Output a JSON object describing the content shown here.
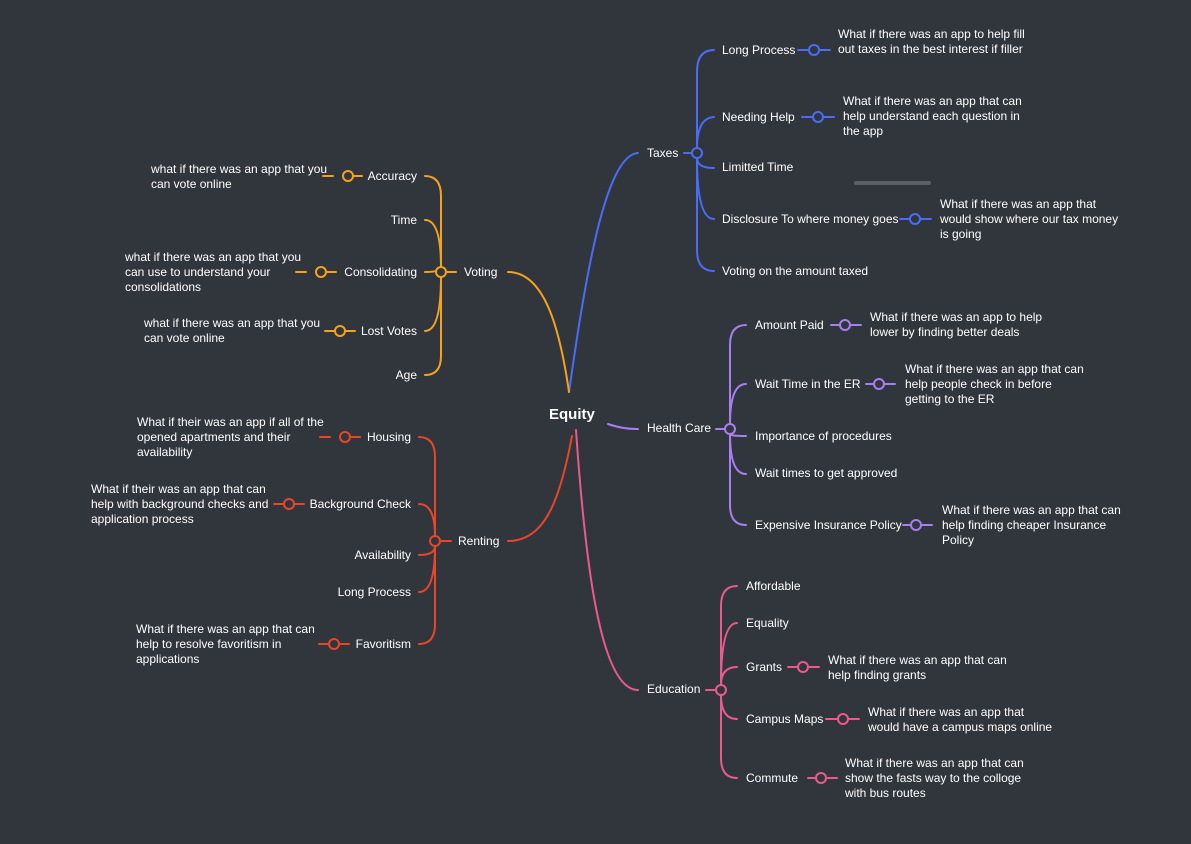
{
  "center": {
    "label": "Equity"
  },
  "colors": {
    "background": "#31363d",
    "taxes": "#4a6cf7",
    "health": "#a87ff0",
    "education": "#ea5a8b",
    "voting": "#f5a31f",
    "renting": "#e8462a"
  },
  "branches": {
    "taxes": {
      "label": "Taxes",
      "items": [
        {
          "label": "Long Process",
          "note": "What if there was an app to help fill out taxes in the best interest if filler"
        },
        {
          "label": "Needing Help",
          "note": "What if there was an app that can help understand each question in the app"
        },
        {
          "label": "Limitted Time"
        },
        {
          "label": "Disclosure To where money goes",
          "note": "What if there was an app that would show where our tax money is going"
        },
        {
          "label": "Voting on the amount taxed"
        }
      ]
    },
    "health": {
      "label": "Health Care",
      "items": [
        {
          "label": "Amount Paid",
          "note": "What if there was an app to help lower by finding better deals"
        },
        {
          "label": "Wait Time in the ER",
          "note": "What if there was an app that can help people check in before getting to the ER"
        },
        {
          "label": "Importance of procedures"
        },
        {
          "label": "Wait times to get approved"
        },
        {
          "label": "Expensive Insurance Policy",
          "note": "What if there was an app that can help finding cheaper Insurance Policy"
        }
      ]
    },
    "education": {
      "label": "Education",
      "items": [
        {
          "label": "Affordable"
        },
        {
          "label": "Equality"
        },
        {
          "label": "Grants",
          "note": "What if there was an app that can help finding grants"
        },
        {
          "label": "Campus Maps",
          "note": "What if there was an app that would have a campus maps online"
        },
        {
          "label": "Commute",
          "note": "What if there was an app that can show the fasts way to the colloge with bus routes"
        }
      ]
    },
    "voting": {
      "label": "Voting",
      "items": [
        {
          "label": "Accuracy",
          "note": "what if there was an app that you can vote online"
        },
        {
          "label": "Time"
        },
        {
          "label": "Consolidating",
          "note": "what if there was an app that you can use to understand your consolidations"
        },
        {
          "label": "Lost Votes",
          "note": "what if there was an app that you can vote online"
        },
        {
          "label": "Age"
        }
      ]
    },
    "renting": {
      "label": "Renting",
      "items": [
        {
          "label": "Housing",
          "note": "What if their was an app if all of the opened apartments and their availability"
        },
        {
          "label": "Background Check",
          "note": "What if their was an app that can help with background checks and application process"
        },
        {
          "label": "Availability"
        },
        {
          "label": "Long Process"
        },
        {
          "label": "Favoritism",
          "note": "What if there was an app that can help to resolve favoritism in applications"
        }
      ]
    }
  }
}
